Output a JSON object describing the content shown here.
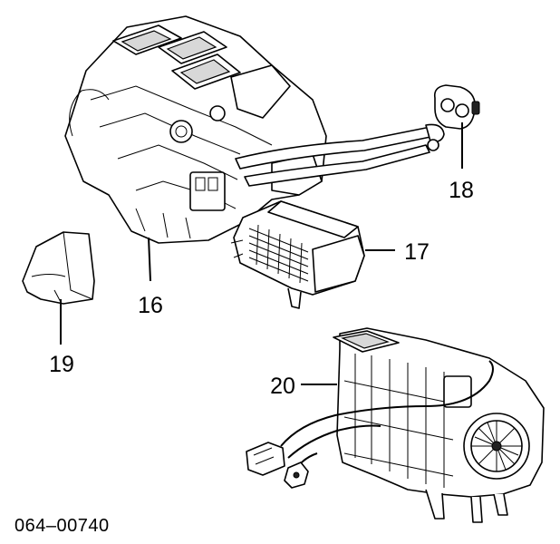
{
  "diagram": {
    "reference_number": "064–00740",
    "callouts": [
      {
        "id": "16",
        "label": "16"
      },
      {
        "id": "17",
        "label": "17"
      },
      {
        "id": "18",
        "label": "18"
      },
      {
        "id": "19",
        "label": "19"
      },
      {
        "id": "20",
        "label": "20"
      }
    ]
  }
}
